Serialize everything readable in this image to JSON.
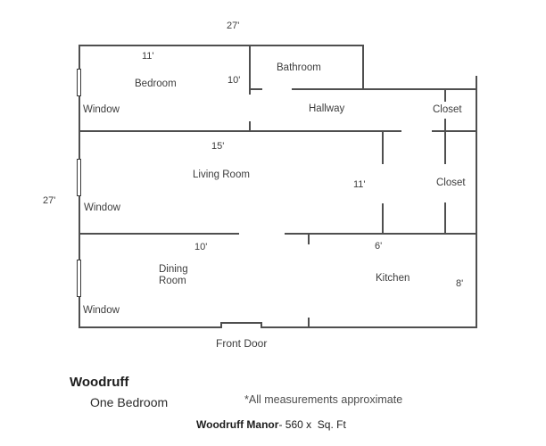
{
  "plan": {
    "rooms": {
      "bedroom": "Bedroom",
      "bathroom": "Bathroom",
      "hallway": "Hallway",
      "closet_upper": "Closet",
      "closet_lower": "Closet",
      "living_room": "Living Room",
      "dining_line1": "Dining",
      "dining_line2": "Room",
      "kitchen": "Kitchen"
    },
    "dimensions": {
      "overall_width": "27'",
      "overall_height": "27'",
      "bedroom_width": "11'",
      "bedroom_depth": "10'",
      "living_room_width": "15'",
      "interior_wall": "11'",
      "dining_width": "10'",
      "kitchen_wall": "6'",
      "kitchen_depth": "8'"
    },
    "windows": [
      "Window",
      "Window",
      "Window"
    ],
    "front_door": "Front Door"
  },
  "footer": {
    "community_name": "Woodruff",
    "unit_type": "One Bedroom",
    "disclaimer": "*All measurements approximate",
    "caption_name": "Woodruff Manor",
    "caption_detail": "- 560 x  Sq. Ft"
  },
  "colors": {
    "wall": "#4f4f4f",
    "window_marker": "#3a3a3a",
    "label_text": "#3d3d3d",
    "background": "#ffffff"
  }
}
